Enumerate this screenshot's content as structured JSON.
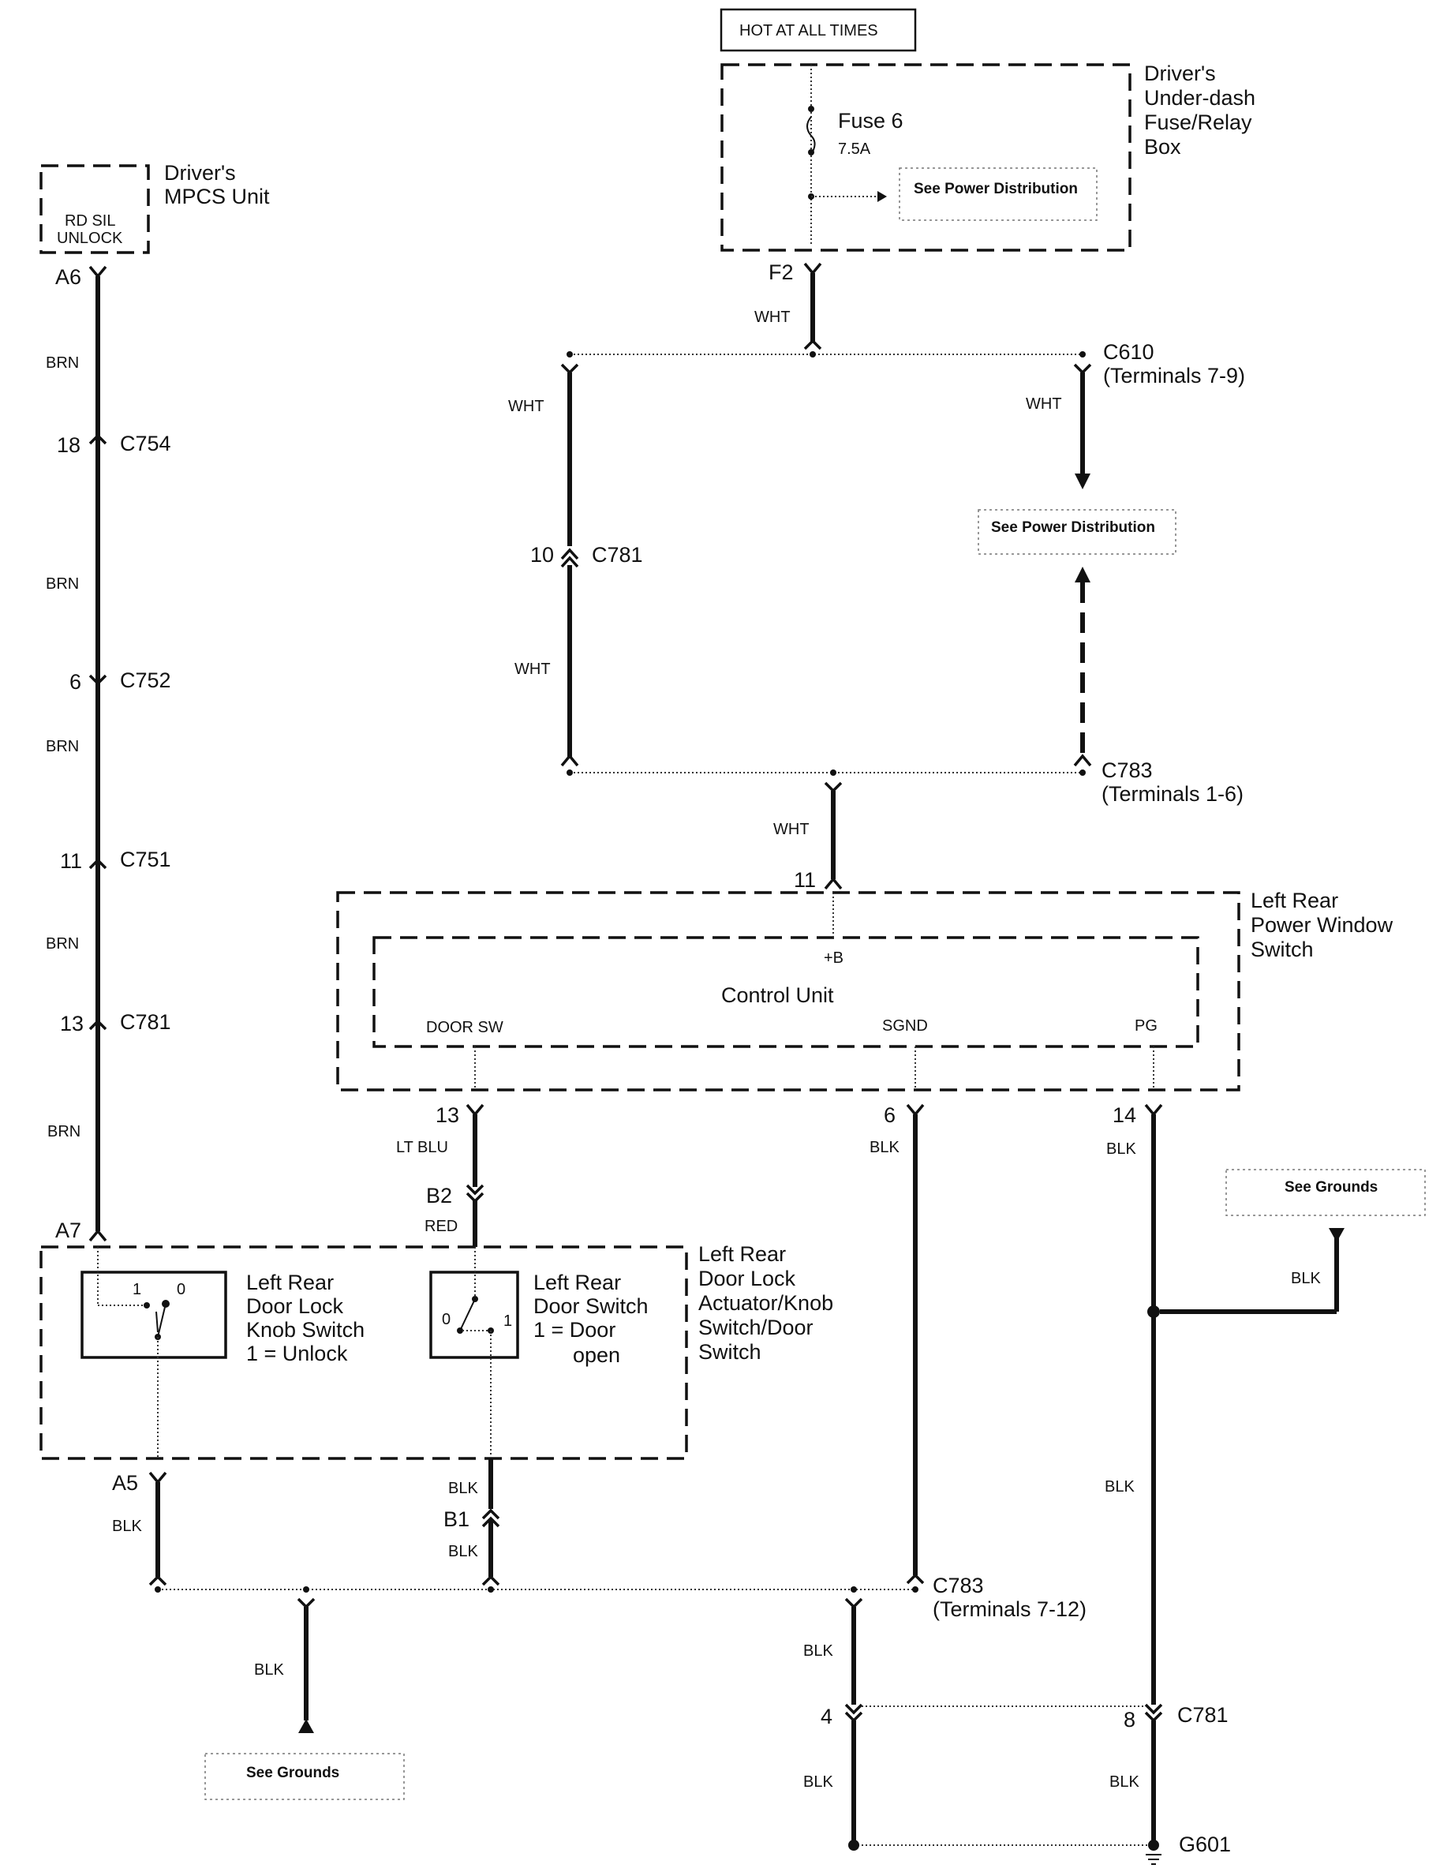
{
  "title": "Left Rear Power Window Switch / Door Lock Circuit",
  "power_source": {
    "label": "HOT AT ALL TIMES",
    "fuse_box_label": [
      "Driver's",
      "Under-dash",
      "Fuse/Relay",
      "Box"
    ],
    "fuse_name": "Fuse 6",
    "fuse_rating": "7.5A",
    "see_power_distribution": "See Power Distribution",
    "output_terminal": "F2"
  },
  "mpcs_unit": {
    "label": [
      "Driver's",
      "MPCS Unit"
    ],
    "inner_label": [
      "RD SIL",
      "UNLOCK"
    ],
    "terminal": "A6"
  },
  "connectors": {
    "c754": {
      "pin": "18",
      "name": "C754"
    },
    "c752": {
      "pin": "6",
      "name": "C752"
    },
    "c751": {
      "pin": "11",
      "name": "C751"
    },
    "c781_left": {
      "pin": "13",
      "name": "C781"
    },
    "c781_upper": {
      "pin": "10",
      "name": "C781"
    },
    "c610": {
      "name": "C610",
      "terminals": "(Terminals 7-9)"
    },
    "c783_upper": {
      "name": "C783",
      "terminals": "(Terminals 1-6)"
    },
    "c783_lower": {
      "name": "C783",
      "terminals": "(Terminals 7-12)"
    },
    "c781_lower": {
      "pin_left": "4",
      "pin_right": "8",
      "name": "C781"
    }
  },
  "wire_colors": {
    "brn": "BRN",
    "wht": "WHT",
    "lt_blu": "LT BLU",
    "red": "RED",
    "blk": "BLK"
  },
  "power_window_switch": {
    "label": [
      "Left Rear",
      "Power Window",
      "Switch"
    ],
    "control_unit": "Control Unit",
    "pin_b": "+B",
    "pin_door_sw": "DOOR SW",
    "pin_sgnd": "SGND",
    "pin_pg": "PG",
    "terminal_in": "11",
    "terminal_door_sw": "13",
    "terminal_sgnd": "6",
    "terminal_pg": "14"
  },
  "door_lock_assembly": {
    "label": [
      "Left Rear",
      "Door Lock",
      "Actuator/Knob",
      "Switch/Door",
      "Switch"
    ],
    "knob_switch": {
      "label": [
        "Left Rear",
        "Door Lock",
        "Knob Switch",
        "1 = Unlock"
      ],
      "pos_1": "1",
      "pos_0": "0"
    },
    "door_switch": {
      "label": [
        "Left Rear",
        "Door Switch",
        "1 = Door",
        "open"
      ],
      "pos_0": "0",
      "pos_1": "1"
    },
    "terminals": {
      "a7": "A7",
      "a5": "A5",
      "b2": "B2",
      "b1": "B1"
    }
  },
  "grounds": {
    "see_grounds": "See Grounds",
    "ground_point": "G601"
  }
}
